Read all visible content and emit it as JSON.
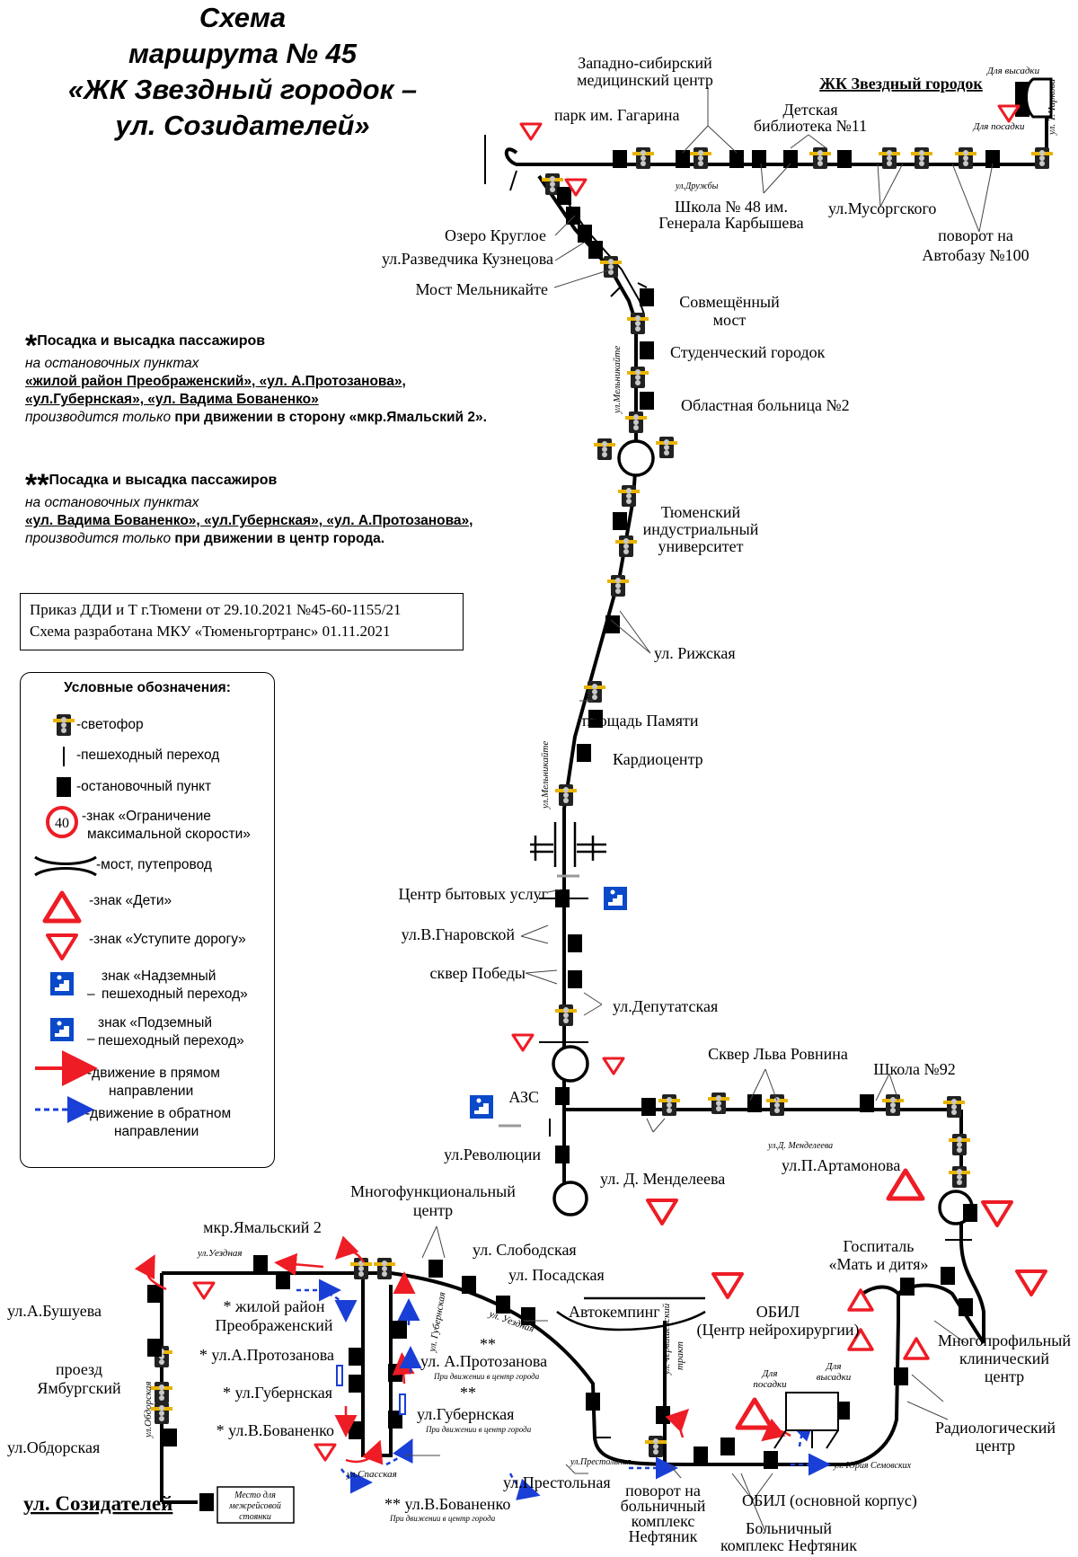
{
  "title": {
    "line1": "Схема",
    "line2": "маршрута № 45",
    "line3": "«ЖК Звездный городок –",
    "line4": "ул. Созидателей»"
  },
  "notes": {
    "n1_star": "*",
    "n1_head": "Посадка и высадка пассажиров",
    "n1_l1": "на остановочных пунктах",
    "n1_l2": "«жилой район Преображенский», «ул. А.Протозанова»,",
    "n1_l3": "«ул.Губернская», «ул. Вадима Бованенко»",
    "n1_l4a": "производится только",
    "n1_l4b": "при движении в сторону «мкр.Ямальский 2».",
    "n2_star": "**",
    "n2_head": "Посадка и высадка пассажиров",
    "n2_l1": "на остановочных пунктах",
    "n2_l2": "«ул. Вадима Бованенко», «ул.Губернская», «ул. А.Протозанова»,",
    "n2_l3a": "производится только",
    "n2_l3b": "при движении в центр города."
  },
  "order": {
    "line1": "Приказ ДДИ и Т г.Тюмени от 29.10.2021 №45-60-1155/21",
    "line2": "Схема разработана МКУ «Тюменьгортранс» 01.11.2021"
  },
  "legend": {
    "title": "Условные обозначения:",
    "traffic_light": "-светофор",
    "crossing": "-пешеходный переход",
    "stop": "-остановочный пункт",
    "speed_value": "40",
    "speed_l1": "-знак «Ограничение",
    "speed_l2": "максимальной скорости»",
    "bridge": "-мост, путепровод",
    "children": "-знак «Дети»",
    "yield": "-знак «Уступите дорогу»",
    "over_l1": "знак «Надземный",
    "over_l2": "пешеходный переход»",
    "under_l1": "знак «Подземный",
    "under_l2": "пешеходный переход»",
    "dash": "–",
    "forward_l1": "-движение в прямом",
    "forward_l2": "направлении",
    "back_l1": "-движение в обратном",
    "back_l2": "направлении"
  },
  "labels": {
    "zapsib_1": "Западно-сибирский",
    "zapsib_2": "медицинский центр",
    "zk": "ЖК Звездный городок",
    "dlya_vysadki": "Для высадки",
    "dlya_posadki": "Для посадки",
    "ul_charkova": "ул. Т.Чаркова",
    "park": "парк им. Гагарина",
    "library_1": "Детская",
    "library_2": "библиотека №11",
    "ul_druzhby": "ул.Дружбы",
    "school48_1": "Школа № 48 им.",
    "school48_2": "Генерала Карбышева",
    "musorgsky": "ул.Мусоргского",
    "avtobaza_1": "поворот на",
    "avtobaza_2": "Автобазу №100",
    "ozero": "Озеро Круглое",
    "kuznetsova": "ул.Разведчика Кузнецова",
    "most": "Мост Мельникайте",
    "sovm_1": "Совмещённый",
    "sovm_2": "мост",
    "student": "Студенческий городок",
    "melnikaite": "ул.Мельникайте",
    "hospital2": "Областная больница №2",
    "tiu_1": "Тюменский",
    "tiu_2": "индустриальный",
    "tiu_3": "университет",
    "rizhskaya": "ул. Рижская",
    "ploshchad": "площадь Памяти",
    "cardio": "Кардиоцентр",
    "cbu": "Центр бытовых услуг",
    "gnarovskoy": "ул.В.Гнаровской",
    "skver_pobedy": "сквер Победы",
    "deputatskaya": "ул.Депутатская",
    "azs": "АЗС",
    "revolyutsii": "ул.Революции",
    "mendeleeva": "ул. Д. Менделеева",
    "mendeleeva_small": "ул.Д. Менделеева",
    "skver_rovnina": "Сквер Льва Ровнина",
    "school92": "Школа №92",
    "artamonova": "ул.П.Артамонова",
    "mfc_1": "Многофункциональный",
    "mfc_2": "центр",
    "yamalsky": "мкр.Ямальский 2",
    "uezdnaya": "ул.Уездная",
    "bushueva": "ул.А.Бушуева",
    "yamburg_1": "проезд",
    "yamburg_2": "Ямбургский",
    "obdorskaya": "ул.Обдорская",
    "sozidateley": "ул. Созидателей",
    "mesto_1": "Место для",
    "mesto_2": "межрейсовой",
    "mesto_3": "стоянки",
    "preobr_1": "* жилой район",
    "preobr_2": "Преображенский",
    "protozanova_star": "* ул.А.Протозанова",
    "gubernskaya_star": "* ул.Губернская",
    "bovanenko_star": "* ул.В.Бованенко",
    "spasskaya": "ул.Спасская",
    "gubernskaya_small": "ул. Губернская",
    "slobodskaya": "ул. Слободская",
    "posadskaya": "ул. Посадская",
    "uezdnaya2": "ул. Уездная",
    "two_stars": "**",
    "protozanova2": "ул. А.Протозанова",
    "pri_dvizhenii": "При движении в центр города",
    "gubernskaya2": "ул.Губернская",
    "bovanenko2": "** ул.В.Бованенко",
    "avtokemping": "Автокемпинг",
    "chervishevsky_1": "ул.Червишевский",
    "chervishevsky_2": "тракт",
    "prestolnaya": "ул.Престольная",
    "prestolnaya_small": "ул.Престольная",
    "neftyanik_turn_1": "поворот на",
    "neftyanik_turn_2": "больничный",
    "neftyanik_turn_3": "комплекс",
    "neftyanik_turn_4": "Нефтяник",
    "obil_1": "ОБИЛ",
    "obil_2": "(Центр нейрохирургии)",
    "dlya_posadki2_1": "Для",
    "dlya_posadki2_2": "посадки",
    "dlya_vysadki2_1": "Для",
    "dlya_vysadki2_2": "высадки",
    "gospital_1": "Госпиталь",
    "gospital_2": "«Мать и дитя»",
    "mnogoprof_1": "Многопрофильный",
    "mnogoprof_2": "клинический",
    "mnogoprof_3": "центр",
    "radiolog_1": "Радиологический",
    "radiolog_2": "центр",
    "semovskikh": "ул. Юрия Семовских",
    "obil_main": "ОБИЛ (основной корпус)",
    "neftyanik_1": "Больничный",
    "neftyanik_2": "комплекс Нефтяник"
  },
  "colors": {
    "road": "#000000",
    "red": "#ee1c25",
    "blue": "#1a3fd6",
    "sign_blue": "#0a49c9",
    "light_yellow": "#e8b400"
  }
}
